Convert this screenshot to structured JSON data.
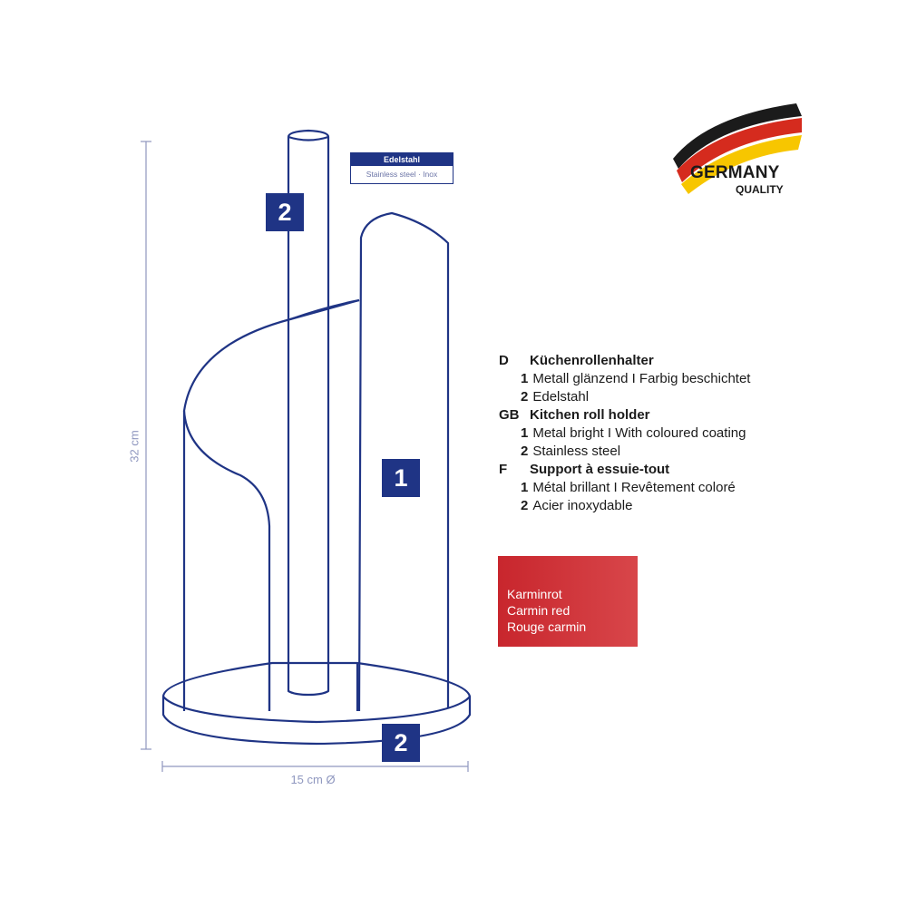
{
  "product": {
    "height_label": "32 cm",
    "diameter_label": "15 cm Ø",
    "callouts": [
      "2",
      "1",
      "2"
    ],
    "material_tag": {
      "title": "Edelstahl",
      "subtitle": "Stainless steel · Inox"
    }
  },
  "badge": {
    "line1": "GERMANY",
    "line2": "QUALITY",
    "flag_colors": [
      "#1b1b1b",
      "#d52b1e",
      "#f7c600"
    ]
  },
  "legend": [
    {
      "code": "D",
      "title": "Küchenrollenhalter",
      "items": [
        {
          "num": "1",
          "text": "Metall glänzend I Farbig beschichtet"
        },
        {
          "num": "2",
          "text": "Edelstahl"
        }
      ]
    },
    {
      "code": "GB",
      "title": "Kitchen roll holder",
      "items": [
        {
          "num": "1",
          "text": "Metal bright I With coloured coating"
        },
        {
          "num": "2",
          "text": "Stainless steel"
        }
      ]
    },
    {
      "code": "F",
      "title": "Support à essuie-tout",
      "items": [
        {
          "num": "1",
          "text": "Métal brillant I Revêtement coloré"
        },
        {
          "num": "2",
          "text": "Acier inoxydable"
        }
      ]
    }
  ],
  "color_swatch": {
    "lines": [
      "Karminrot",
      "Carmin red",
      "Rouge carmin"
    ],
    "color": "#cf3439"
  },
  "colors": {
    "outline": "#1f3485",
    "dimension": "#8f97bf"
  }
}
